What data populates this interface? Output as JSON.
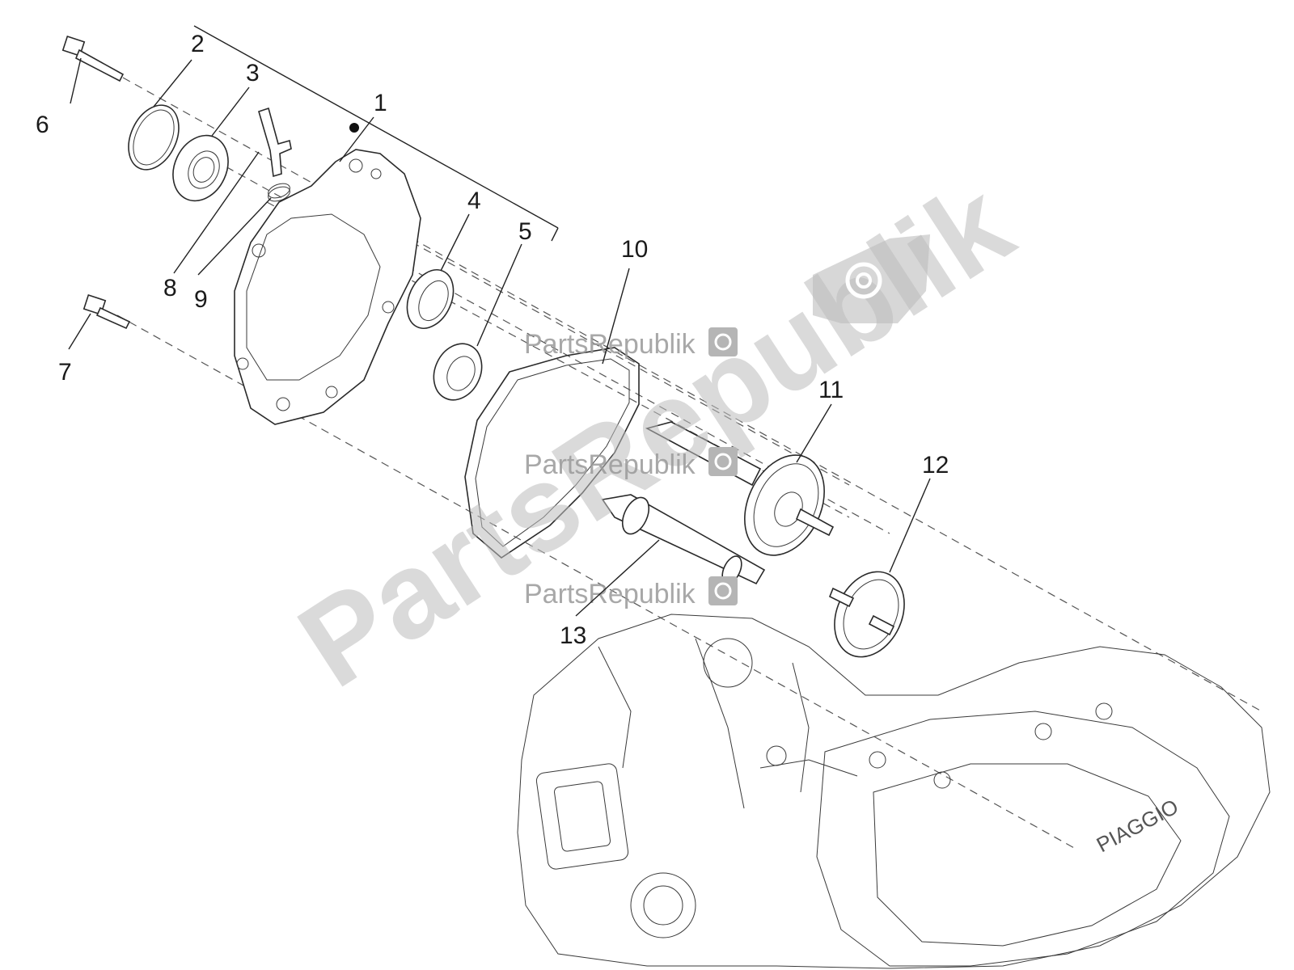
{
  "callouts": [
    {
      "id": "1",
      "label": "1"
    },
    {
      "id": "2",
      "label": "2"
    },
    {
      "id": "3",
      "label": "3"
    },
    {
      "id": "4",
      "label": "4"
    },
    {
      "id": "5",
      "label": "5"
    },
    {
      "id": "6",
      "label": "6"
    },
    {
      "id": "7",
      "label": "7"
    },
    {
      "id": "8",
      "label": "8"
    },
    {
      "id": "9",
      "label": "9"
    },
    {
      "id": "10",
      "label": "10"
    },
    {
      "id": "11",
      "label": "11"
    },
    {
      "id": "12",
      "label": "12"
    },
    {
      "id": "13",
      "label": "13"
    }
  ],
  "watermark": {
    "big": "PartsRepublik",
    "small": "PartsRepublik"
  },
  "engine_logo": "PIAGGIO",
  "colors": {
    "line": "#222222",
    "watermark": "#bdbdbd"
  }
}
